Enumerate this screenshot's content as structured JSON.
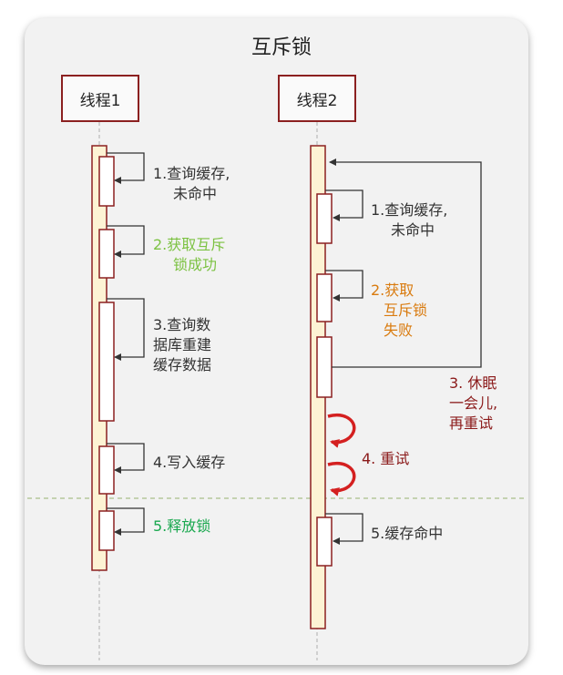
{
  "title": "互斥锁",
  "actors": {
    "thread1": "线程1",
    "thread2": "线程2"
  },
  "thread1_steps": {
    "s1": [
      "1.查询缓存,",
      "未命中"
    ],
    "s2": [
      "2.获取互斥",
      "锁成功"
    ],
    "s3": [
      "3.查询数",
      "据库重建",
      "缓存数据"
    ],
    "s4": [
      "4.写入缓存"
    ],
    "s5": [
      "5.释放锁"
    ]
  },
  "thread2_steps": {
    "s1": [
      "1.查询缓存,",
      "未命中"
    ],
    "s2": [
      "2.获取",
      "互斥锁",
      "失败"
    ],
    "s3": [
      "3. 休眠",
      "一会儿,",
      "再重试"
    ],
    "s4": [
      "4. 重试"
    ],
    "s5": [
      "5.缓存命中"
    ]
  },
  "colors": {
    "actor_border": "#8b2020",
    "lifeline_fill": "#fdf3d4",
    "activation_border": "#8b2020",
    "retry_arrow": "#d42020",
    "divider": "#a9c08a"
  }
}
